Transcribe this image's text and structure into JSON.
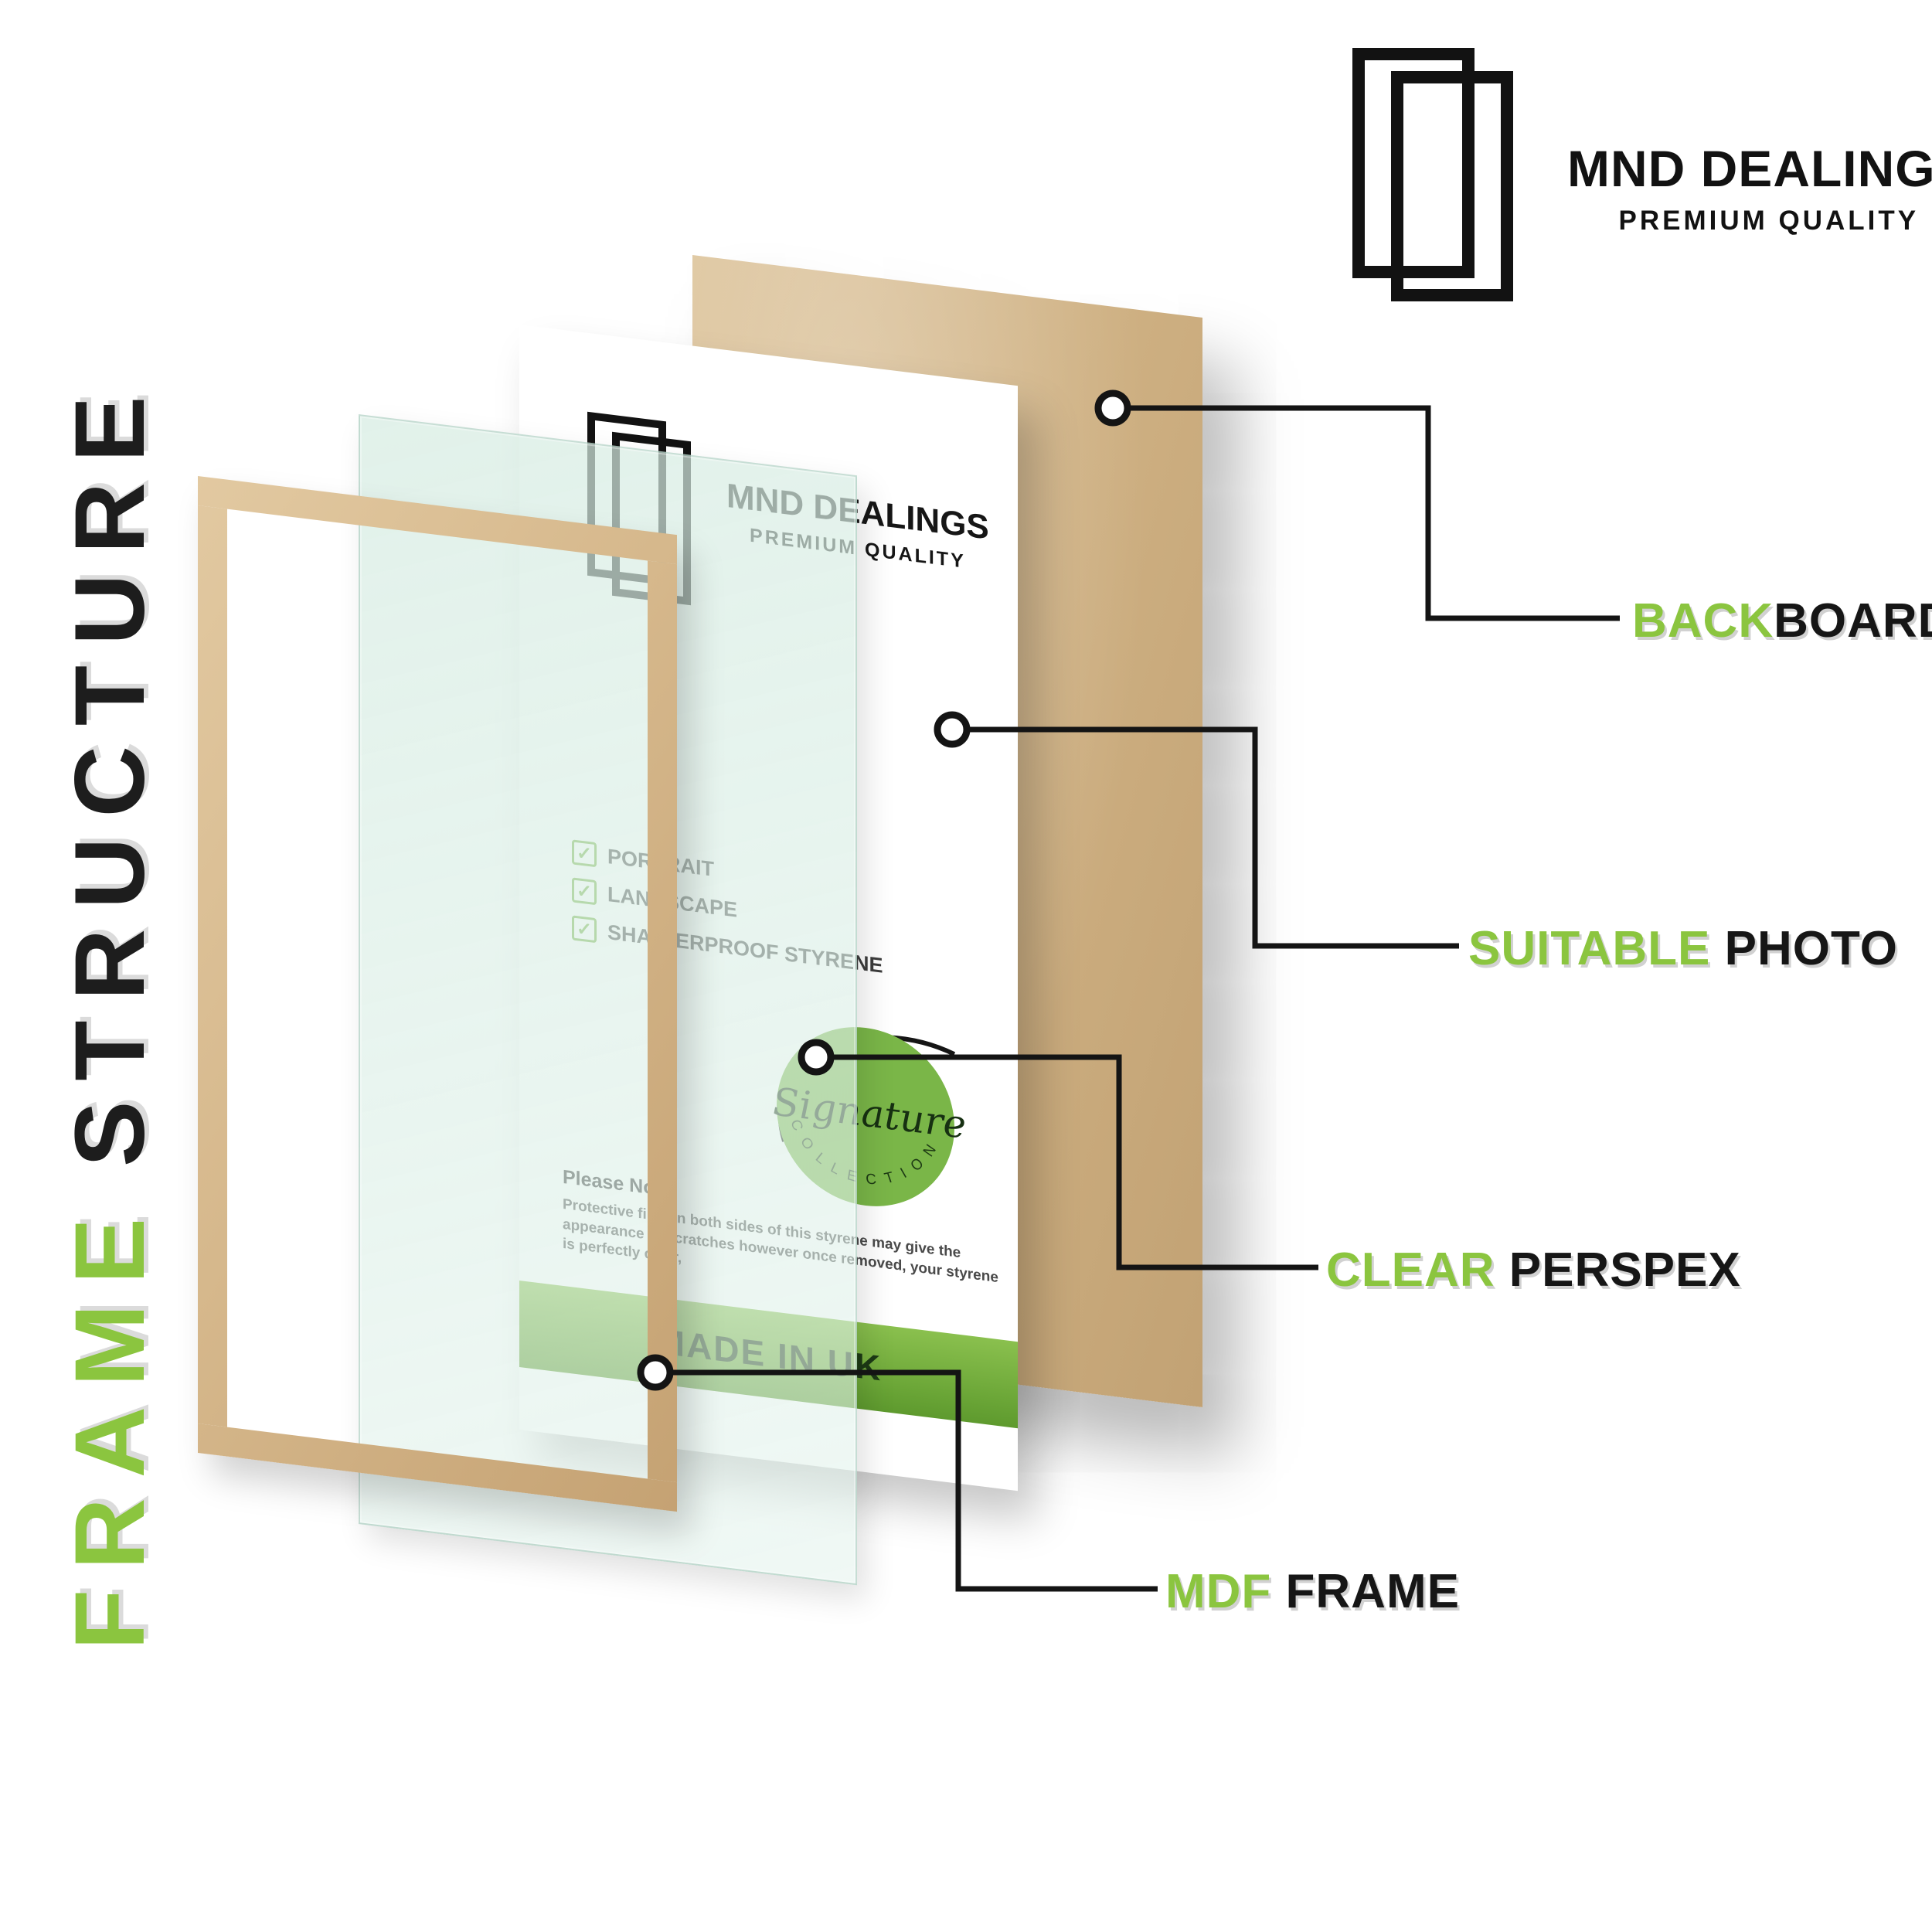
{
  "vertical_title": {
    "bottom_word": "FRAME",
    "top_word": "STRUCTURE"
  },
  "brand": {
    "name": "MND DEALINGS",
    "tagline": "PREMIUM QUALITY"
  },
  "sheet": {
    "brand_name": "MND DEALINGS",
    "brand_tagline": "PREMIUM QUALITY",
    "features": [
      {
        "label": "PORTRAIT"
      },
      {
        "label": "LANDSCAPE"
      },
      {
        "label": "SHATTERPROOF STYRENE"
      }
    ],
    "note_title": "Please Note:",
    "note_body": "Protective film on both sides of this styrene may give the appearance of scratches however once removed, your styrene is perfectly clear,",
    "banner": "MADE IN UK",
    "badge": {
      "script": "Signature",
      "arc": "C O L L E C T I O N"
    }
  },
  "icons": {
    "check": "✓"
  },
  "callouts": [
    {
      "green": "BACK",
      "dark": "BOARD"
    },
    {
      "green": "SUITABLE",
      "dark": " PHOTO"
    },
    {
      "green": "CLEAR",
      "dark": " PERSPEX"
    },
    {
      "green": "MDF",
      "dark": " FRAME"
    }
  ],
  "colors": {
    "accent_green": "#8bc53f",
    "band_green": "#6ba637",
    "badge_green": "#7ab648",
    "wood": "#d6b88c",
    "backboard": "#cfb183",
    "perspex_tint": "#d6ece2",
    "text_dark": "#161616"
  }
}
